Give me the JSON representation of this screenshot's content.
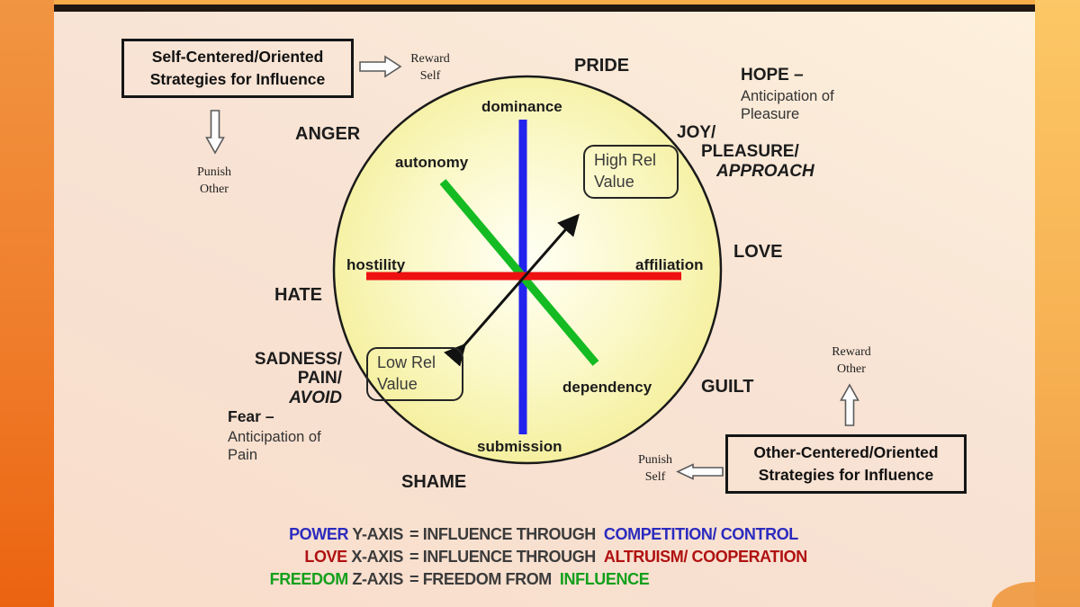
{
  "title_boxes": {
    "self": {
      "line1": "Self-Centered/Oriented",
      "line2": "Strategies for Influence"
    },
    "other": {
      "line1": "Other-Centered/Oriented",
      "line2": "Strategies for Influence"
    }
  },
  "value_boxes": {
    "high": {
      "line1": "High Rel",
      "line2": "Value"
    },
    "low": {
      "line1": "Low  Rel",
      "line2": "Value"
    }
  },
  "strategy_labels": {
    "reward_self": {
      "line1": "Reward",
      "line2": "Self"
    },
    "punish_other": {
      "line1": "Punish",
      "line2": "Other"
    },
    "reward_other": {
      "line1": "Reward",
      "line2": "Other"
    },
    "punish_self": {
      "line1": "Punish",
      "line2": "Self"
    }
  },
  "emotions": {
    "anger": "ANGER",
    "pride": "PRIDE",
    "love": "LOVE",
    "hate": "HATE",
    "guilt": "GUILT",
    "shame": "SHAME",
    "joy": {
      "line1": "JOY/",
      "line2": "PLEASURE/",
      "line3": "APPROACH"
    },
    "sadness": {
      "line1": "SADNESS/",
      "line2": "PAIN/",
      "line3": "AVOID"
    },
    "hope": {
      "title": "HOPE –",
      "line1": "Anticipation of",
      "line2": "Pleasure"
    },
    "fear": {
      "title": "Fear –",
      "line1": "Anticipation of",
      "line2": "Pain"
    }
  },
  "axes": {
    "dominance": "dominance",
    "submission": "submission",
    "hostility": "hostility",
    "affiliation": "affiliation",
    "autonomy": "autonomy",
    "dependency": "dependency"
  },
  "legend": {
    "rows": [
      {
        "term": "POWER",
        "axis": " Y-AXIS",
        "mid": "= INFLUENCE THROUGH",
        "result": "COMPETITION/ CONTROL"
      },
      {
        "term": "LOVE",
        "axis": " X-AXIS",
        "mid": "= INFLUENCE THROUGH",
        "result": "ALTRUISM/ COOPERATION"
      },
      {
        "term": "FREEDOM",
        "axis": " Z-AXIS",
        "mid": "= FREEDOM FROM",
        "result": "INFLUENCE"
      }
    ]
  },
  "colors": {
    "power_blue": "#2B2BBE",
    "love_red": "#B01111",
    "freedom_green": "#12A01C",
    "axis_blue": "#2323EE",
    "axis_red": "#EE1111",
    "axis_green": "#15BB22",
    "circle_fill": "#F5F1A0",
    "slide_background": "#F8E3D4",
    "band_left_orange": "#EF7D2B",
    "band_right_orange": "#F7B254",
    "top_bar_black": "#201712"
  }
}
